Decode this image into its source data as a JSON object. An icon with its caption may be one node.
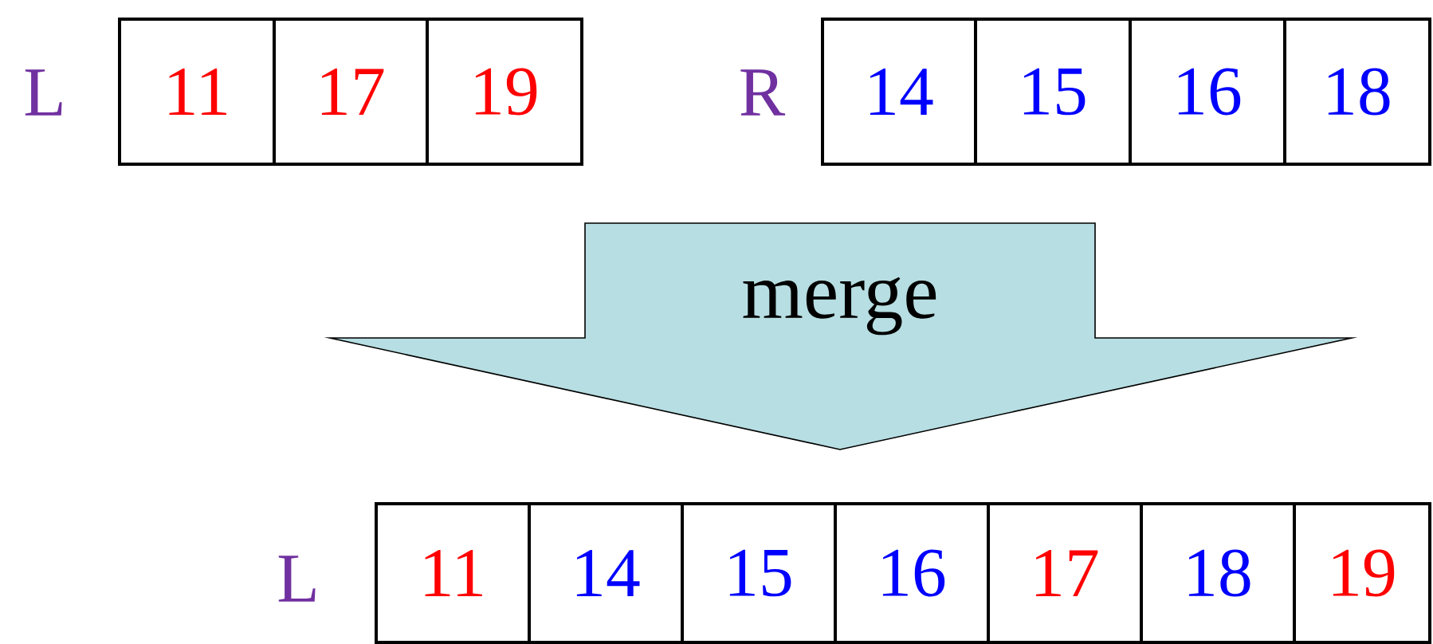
{
  "diagram": {
    "nodes": [
      {
        "text": [
          "11"
        ]
      },
      {
        "text": [
          "17"
        ]
      },
      {
        "text": [
          "19"
        ]
      },
      {
        "text": [
          "14"
        ]
      },
      {
        "text": [
          "15"
        ]
      },
      {
        "text": [
          "16"
        ]
      },
      {
        "text": [
          "18"
        ]
      },
      {
        "text": [
          "merge"
        ]
      },
      {
        "text": [
          "11"
        ]
      },
      {
        "text": [
          "14"
        ]
      },
      {
        "text": [
          "15"
        ]
      },
      {
        "text": [
          "16"
        ]
      },
      {
        "text": [
          "17"
        ]
      },
      {
        "text": [
          "18"
        ]
      },
      {
        "text": [
          "19"
        ]
      }
    ],
    "labels": [
      "L",
      "R",
      "L"
    ]
  }
}
